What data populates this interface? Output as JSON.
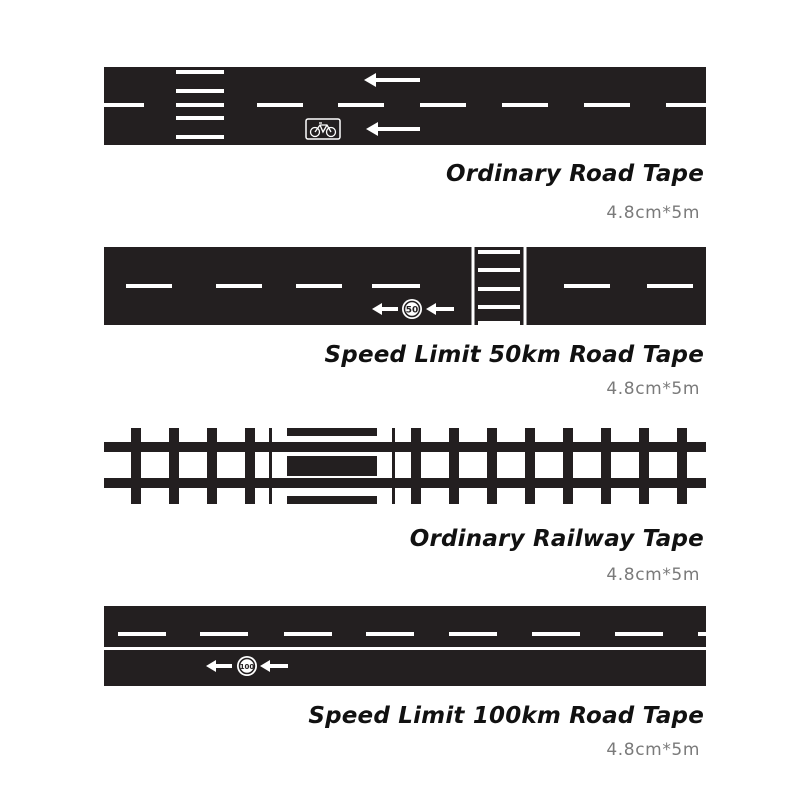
{
  "colors": {
    "road": "#231f20",
    "marking": "#ffffff",
    "caption": "#111111",
    "size_text": "#7a7a7a"
  },
  "products": [
    {
      "title": "Ordinary Road Tape",
      "size": "4.8cm*5m",
      "icons": [
        "bicycle-icon",
        "arrow-left-icon"
      ]
    },
    {
      "title": "Speed Limit 50km Road Tape",
      "size": "4.8cm*5m",
      "sign": "50",
      "icons": [
        "arrow-left-icon"
      ]
    },
    {
      "title": "Ordinary Railway Tape",
      "size": "4.8cm*5m"
    },
    {
      "title": "Speed Limit 100km Road Tape",
      "size": "4.8cm*5m",
      "sign": "100",
      "icons": [
        "arrow-left-icon"
      ]
    }
  ]
}
